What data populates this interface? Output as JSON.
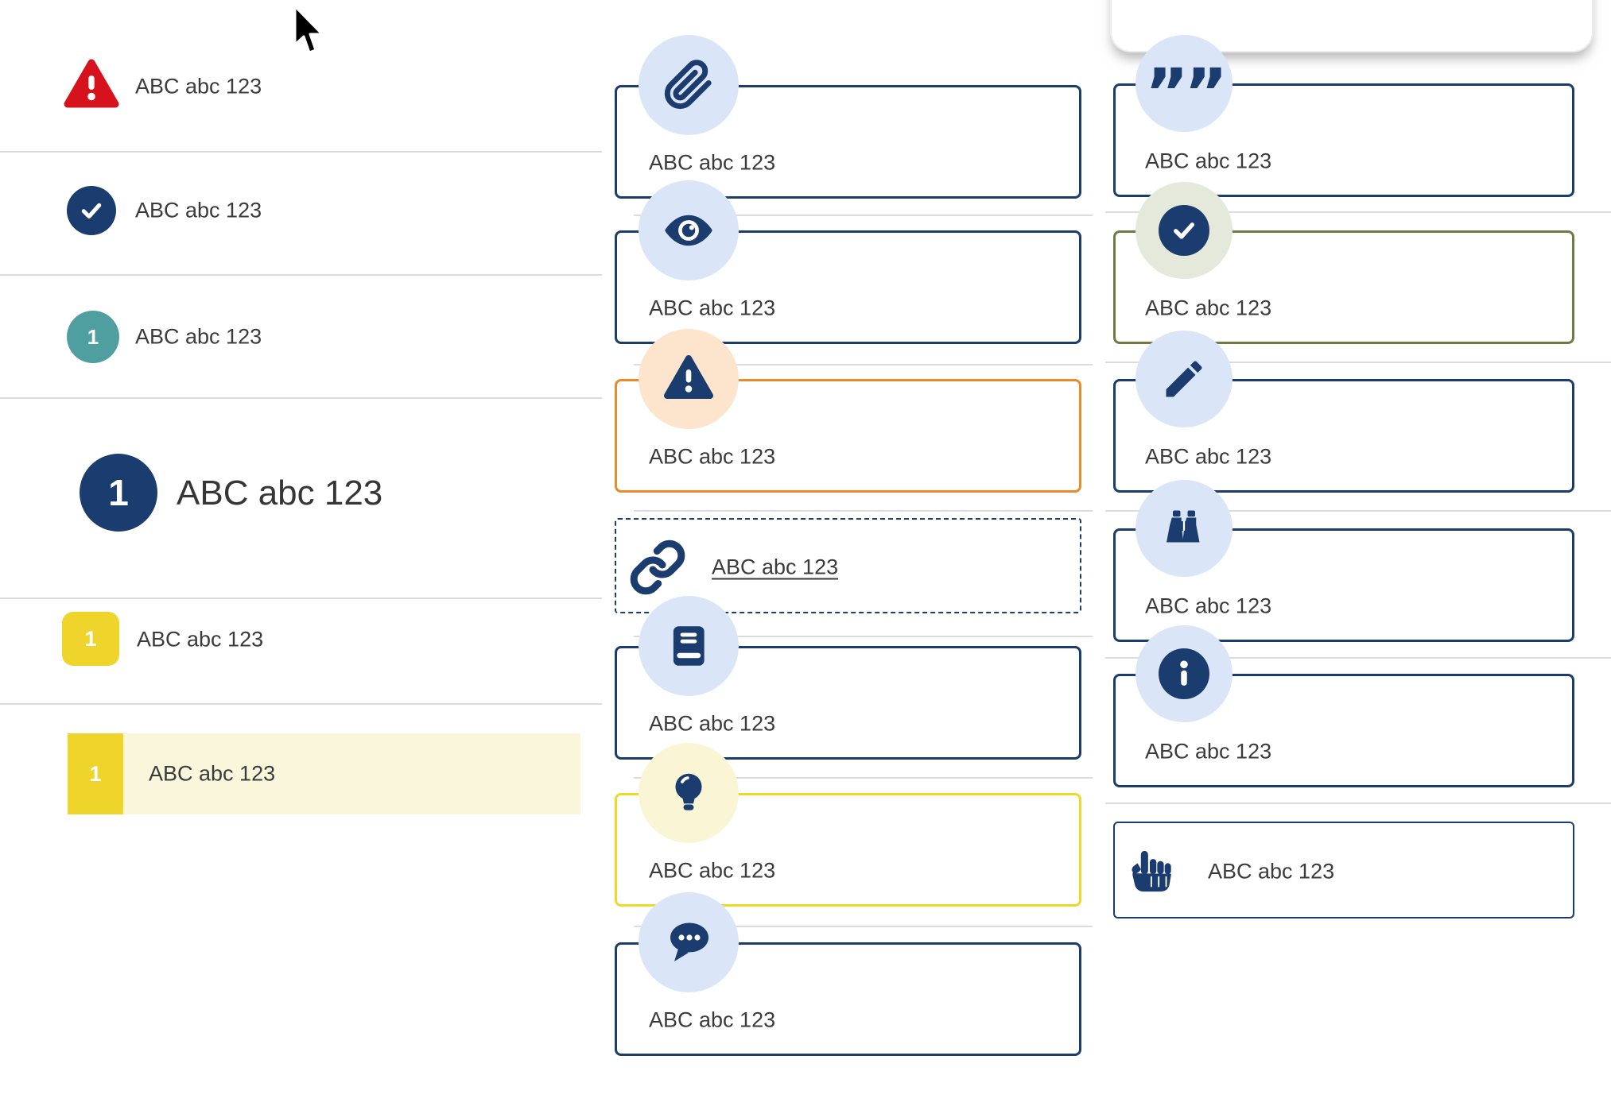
{
  "left_panel": {
    "items": [
      {
        "icon": "warning-triangle-icon",
        "label": "ABC abc 123"
      },
      {
        "icon": "check-circle-icon",
        "label": "ABC abc 123"
      },
      {
        "icon": "teal-number-badge",
        "badge": "1",
        "label": "ABC abc 123"
      },
      {
        "icon": "navy-number-badge",
        "badge": "1",
        "label": "ABC abc 123"
      },
      {
        "icon": "yellow-number-badge",
        "badge": "1",
        "label": "ABC abc 123"
      },
      {
        "icon": "yellow-number-badge",
        "badge": "1",
        "label": "ABC abc 123",
        "highlighted": true
      }
    ]
  },
  "middle_cards": [
    {
      "icon": "paperclip-icon",
      "label": "ABC abc 123"
    },
    {
      "icon": "eye-icon",
      "label": "ABC abc 123"
    },
    {
      "icon": "warning-triangle-icon",
      "label": "ABC abc 123",
      "accent": "orange"
    },
    {
      "icon": "link-icon",
      "label": "ABC abc 123",
      "style": "dashed-link"
    },
    {
      "icon": "book-icon",
      "label": "ABC abc 123"
    },
    {
      "icon": "lightbulb-icon",
      "label": "ABC abc 123",
      "accent": "yellow"
    },
    {
      "icon": "speech-bubble-icon",
      "label": "ABC abc 123"
    }
  ],
  "right_cards": [
    {
      "icon": "quote-icon",
      "label": "ABC abc 123",
      "glyph": "””"
    },
    {
      "icon": "check-circle-icon",
      "label": "ABC abc 123",
      "accent": "olive"
    },
    {
      "icon": "pencil-icon",
      "label": "ABC abc 123"
    },
    {
      "icon": "binoculars-icon",
      "label": "ABC abc 123"
    },
    {
      "icon": "info-icon",
      "label": "ABC abc 123"
    },
    {
      "icon": "hand-pointer-icon",
      "label": "ABC abc 123",
      "style": "inline-icon"
    }
  ],
  "colors": {
    "navy": "#1b3c6e",
    "red": "#d6131c",
    "teal": "#4f9fa1",
    "yellow": "#efd42c",
    "yellow_border": "#f0d826",
    "yellow_highlight": "#faf6dc",
    "orange": "#e98a2b",
    "olive": "#6f7c41",
    "circle_blue": "#dbe5f8",
    "circle_peach": "#fce4cd",
    "circle_green": "#e5e9db",
    "circle_light_yellow": "#faf5d4",
    "separator": "#dcdcdc",
    "text": "#3b3b3b"
  }
}
